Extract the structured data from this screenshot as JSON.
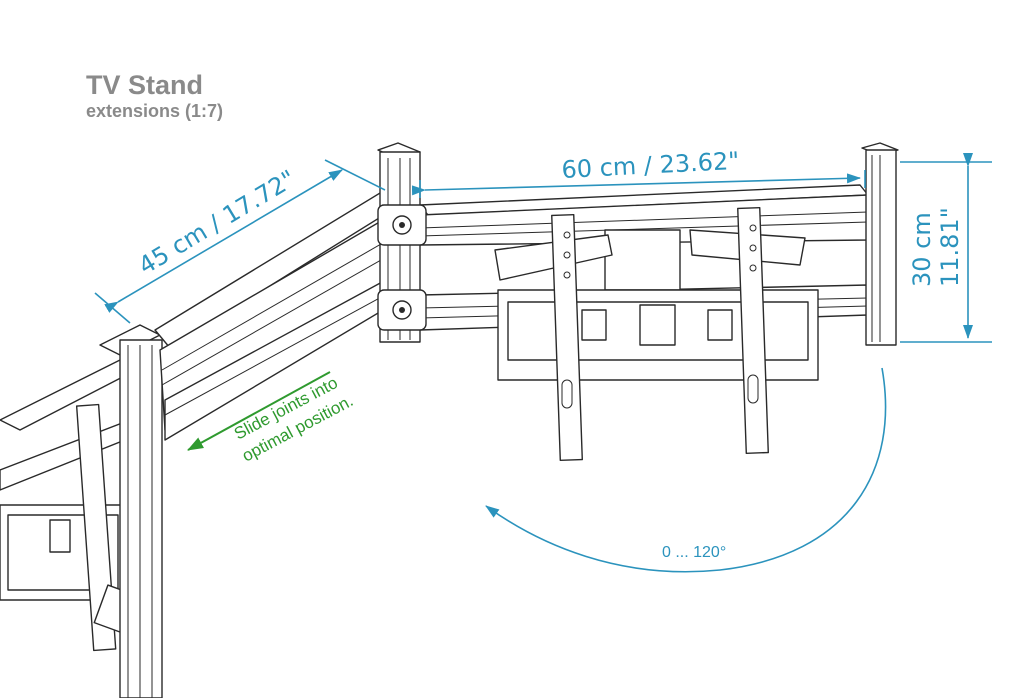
{
  "header": {
    "title": "TV Stand",
    "subtitle": "extensions (1:7)"
  },
  "dimensions": {
    "arm_length": "45 cm / 17.72\"",
    "mount_width": "60 cm / 23.62\"",
    "mount_height_cm": "30 cm",
    "mount_height_in": "11.81\""
  },
  "annotations": {
    "slide_line1": "Slide joints into",
    "slide_line2": "optimal position.",
    "rotation": "0 ... 120°"
  },
  "colors": {
    "dimension": "#2b93bd",
    "note": "#2f9a2f",
    "title": "#8a8a8a",
    "line": "#2a2a2a"
  }
}
